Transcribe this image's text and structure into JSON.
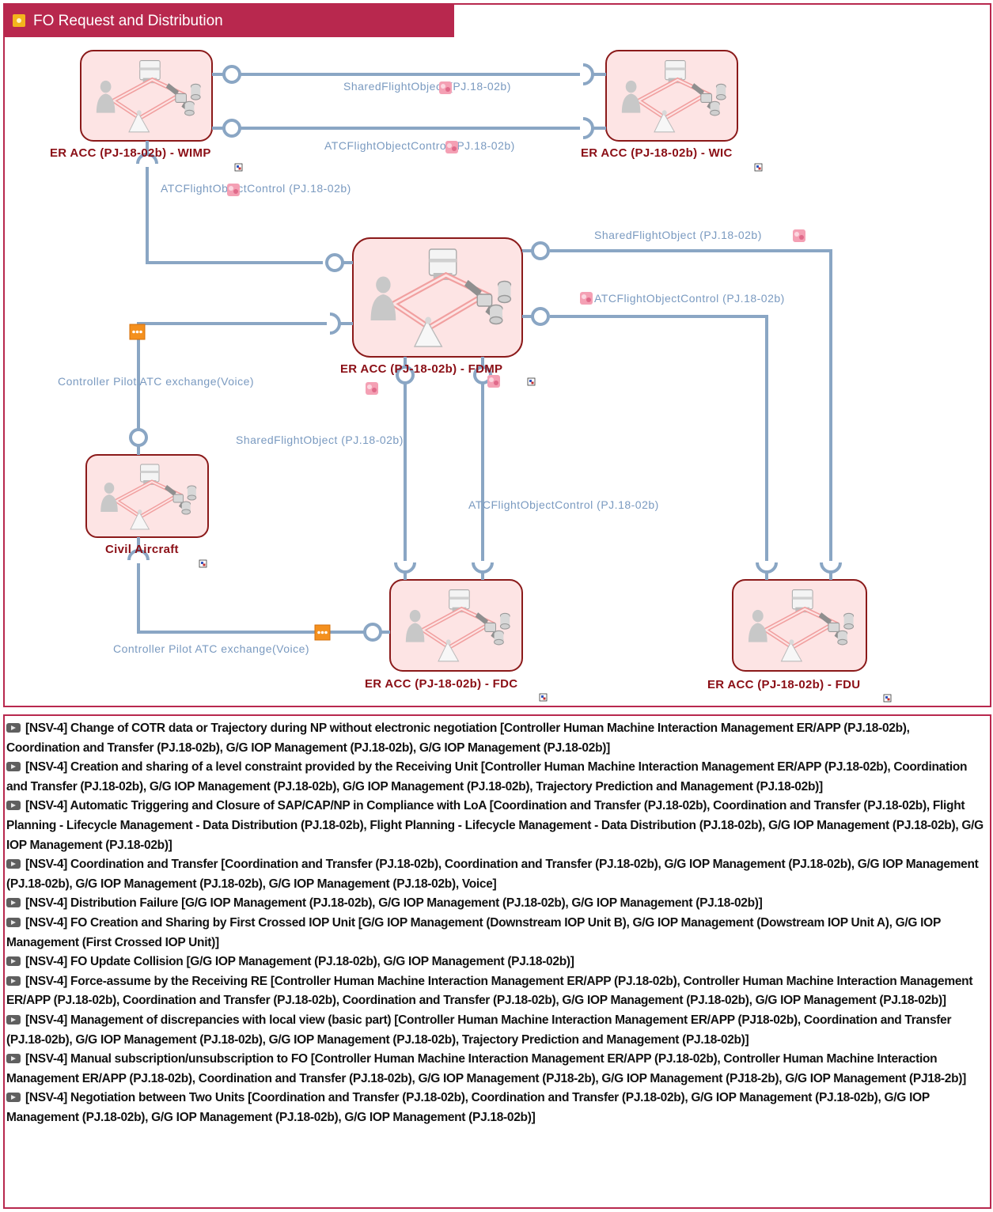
{
  "diagram": {
    "title": "FO Request and Distribution",
    "colors": {
      "frame": "#b8284e",
      "node_fill": "#fde4e4",
      "node_stroke": "#8b1a1a",
      "connector": "#8aa6c4",
      "label": "#7a9ac0",
      "node_label": "#8b0f16",
      "comm_marker": "#f4901e"
    },
    "nodes": [
      {
        "id": "wimp",
        "label": "ER ACC (PJ-18-02b) - WIMP"
      },
      {
        "id": "wic",
        "label": "ER ACC (PJ-18-02b) - WIC"
      },
      {
        "id": "fdmp",
        "label": "ER ACC (PJ-18-02b) - FDMP"
      },
      {
        "id": "civil",
        "label": "Civil Aircraft"
      },
      {
        "id": "fdc",
        "label": "ER ACC (PJ-18-02b) - FDC"
      },
      {
        "id": "fdu",
        "label": "ER ACC (PJ-18-02b) - FDU"
      }
    ],
    "connections": [
      {
        "from": "wimp",
        "to": "wic",
        "label": "SharedFlightObject (PJ.18-02b)"
      },
      {
        "from": "wimp",
        "to": "wic",
        "label": "ATCFlightObjectControl (PJ.18-02b)"
      },
      {
        "from": "fdmp",
        "to": "wimp",
        "label": "ATCFlightObjectControl (PJ.18-02b)"
      },
      {
        "from": "fdmp",
        "to": "fdu",
        "label": "SharedFlightObject (PJ.18-02b)"
      },
      {
        "from": "fdmp",
        "to": "fdu",
        "label": "ATCFlightObjectControl (PJ.18-02b)"
      },
      {
        "from": "civil",
        "to": "fdmp",
        "label": "Controller Pilot ATC exchange(Voice)"
      },
      {
        "from": "fdmp",
        "to": "fdc",
        "label": "SharedFlightObject (PJ.18-02b)"
      },
      {
        "from": "fdmp",
        "to": "fdc",
        "label": "ATCFlightObjectControl (PJ.18-02b)"
      },
      {
        "from": "fdc",
        "to": "civil",
        "label": "Controller Pilot ATC exchange(Voice)"
      }
    ]
  },
  "notes": [
    "[NSV-4] Change of COTR data or Trajectory during NP without electronic negotiation [Controller Human Machine Interaction Management ER/APP (PJ.18-02b), Coordination and Transfer (PJ.18-02b), G/G IOP Management (PJ.18-02b), G/G IOP Management (PJ.18-02b)]",
    "[NSV-4] Creation and sharing of a level constraint provided by the Receiving Unit [Controller Human Machine Interaction Management ER/APP (PJ.18-02b), Coordination and Transfer (PJ.18-02b), G/G IOP Management (PJ.18-02b), G/G IOP Management (PJ.18-02b), Trajectory Prediction and Management (PJ.18-02b)]",
    "[NSV-4] Automatic Triggering and Closure of SAP/CAP/NP in Compliance with LoA [Coordination and Transfer (PJ.18-02b), Coordination and Transfer (PJ.18-02b), Flight Planning - Lifecycle Management - Data Distribution (PJ.18-02b), Flight Planning - Lifecycle Management - Data Distribution (PJ.18-02b), G/G IOP Management (PJ.18-02b), G/G IOP Management (PJ.18-02b)]",
    "[NSV-4] Coordination and Transfer [Coordination and Transfer (PJ.18-02b), Coordination and Transfer (PJ.18-02b), G/G IOP Management (PJ.18-02b), G/G IOP Management (PJ.18-02b), G/G IOP Management (PJ.18-02b), G/G IOP Management (PJ.18-02b), Voice]",
    "[NSV-4] Distribution Failure [G/G IOP Management (PJ.18-02b), G/G IOP Management (PJ.18-02b), G/G IOP Management (PJ.18-02b)]",
    "[NSV-4] FO Creation and Sharing by First Crossed IOP Unit [G/G IOP Management (Downstream IOP Unit B), G/G IOP Management (Dowstream IOP Unit A), G/G IOP Management (First Crossed IOP Unit)]",
    "[NSV-4] FO Update Collision [G/G IOP Management (PJ.18-02b), G/G IOP Management (PJ.18-02b)]",
    "[NSV-4] Force-assume by the Receiving RE [Controller Human Machine Interaction Management ER/APP (PJ.18-02b), Controller Human Machine Interaction Management ER/APP (PJ.18-02b), Coordination and Transfer (PJ.18-02b), Coordination and Transfer (PJ.18-02b), G/G IOP Management (PJ.18-02b), G/G IOP Management (PJ.18-02b)]",
    "[NSV-4] Management of discrepancies with local view (basic part) [Controller Human Machine Interaction Management ER/APP (PJ18-02b), Coordination and Transfer (PJ.18-02b), G/G IOP Management (PJ.18-02b), G/G IOP Management (PJ.18-02b), Trajectory Prediction and Management (PJ.18-02b)]",
    "[NSV-4] Manual subscription/unsubscription to FO [Controller Human Machine Interaction Management ER/APP (PJ.18-02b), Controller Human Machine Interaction Management ER/APP (PJ.18-02b), Coordination and Transfer (PJ.18-02b), G/G IOP Management (PJ18-2b), G/G IOP Management (PJ18-2b), G/G IOP Management (PJ18-2b)]",
    "[NSV-4] Negotiation between Two Units [Coordination and Transfer (PJ.18-02b), Coordination and Transfer (PJ.18-02b), G/G IOP Management (PJ.18-02b), G/G IOP Management (PJ.18-02b), G/G IOP Management (PJ.18-02b), G/G IOP Management (PJ.18-02b)]"
  ]
}
